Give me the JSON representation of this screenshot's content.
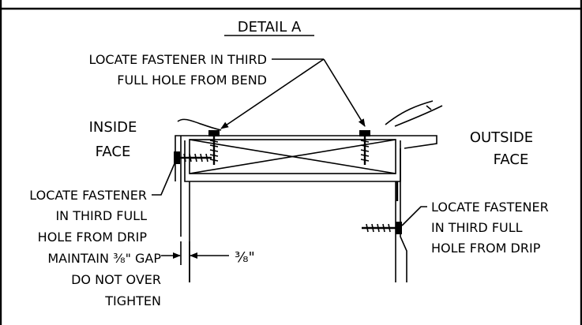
{
  "detail": {
    "title": "DETAIL A",
    "inside_face": [
      "INSIDE",
      "FACE"
    ],
    "outside_face": [
      "OUTSIDE",
      "FACE"
    ],
    "note_top": [
      "LOCATE FASTENER IN THIRD",
      "FULL HOLE FROM BEND"
    ],
    "note_left": [
      "LOCATE FASTENER",
      "IN THIRD FULL",
      "HOLE FROM DRIP"
    ],
    "note_right": [
      "LOCATE FASTENER",
      "IN THIRD FULL",
      "HOLE FROM DRIP"
    ],
    "note_gap": [
      "MAINTAIN ³⁄₈\" GAP",
      "DO NOT OVER",
      "TIGHTEN"
    ],
    "dimension": "³⁄₈\""
  }
}
